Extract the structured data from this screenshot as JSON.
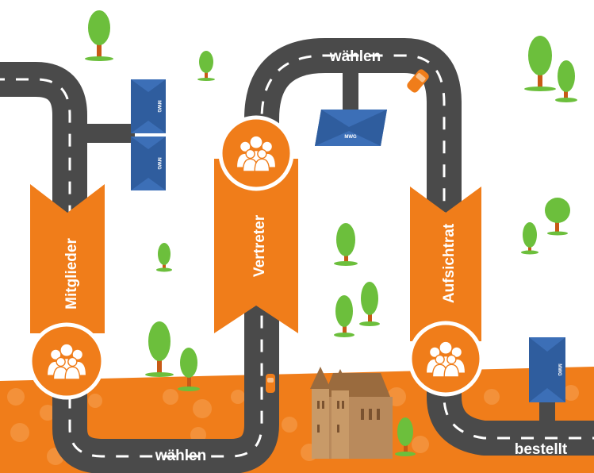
{
  "labels": {
    "road_top": "wählen",
    "road_bottom": "wählen",
    "road_right": "bestellt"
  },
  "banners": {
    "mitglieder": "Mitglieder",
    "vertreter": "Vertreter",
    "aufsichtrat": "Aufsichtrat"
  },
  "building_logo": "MWG",
  "colors": {
    "orange": "#f07d1a",
    "orange_dark": "#d9690d",
    "road": "#4a4a4a",
    "tree": "#6cbf3c",
    "trunk": "#c75a16",
    "building": "#3c6fb7"
  }
}
